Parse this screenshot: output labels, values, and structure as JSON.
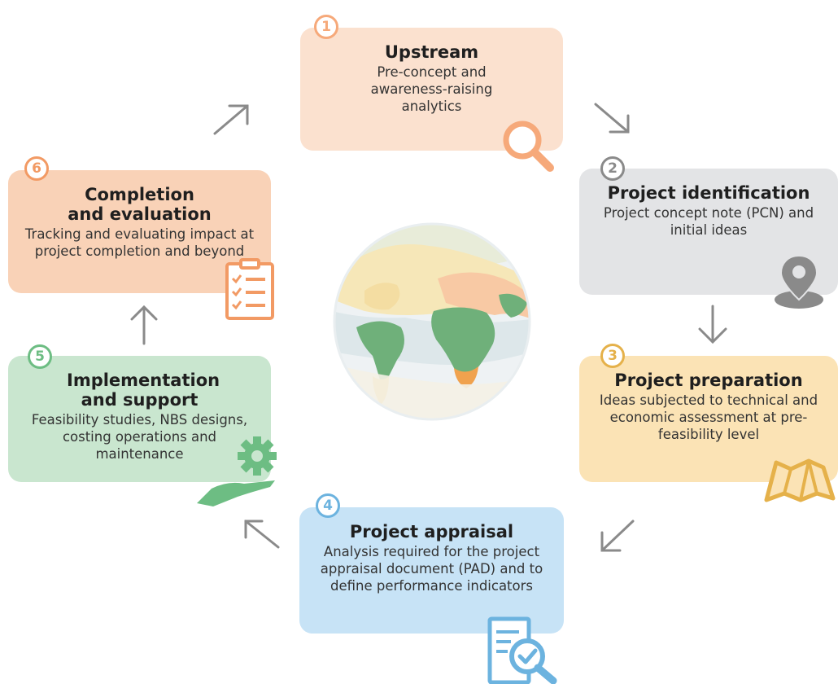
{
  "stages": [
    {
      "number": "1",
      "title": "Upstream",
      "description": "Pre-concept and awareness-raising analytics",
      "icon": "magnifier-icon",
      "color": "#fbe1cf",
      "accent": "#f6a97a"
    },
    {
      "number": "2",
      "title": "Project identification",
      "description": "Project concept note (PCN) and initial ideas",
      "icon": "location-pin-icon",
      "color": "#e3e4e6",
      "accent": "#8a8a8a"
    },
    {
      "number": "3",
      "title": "Project preparation",
      "description": "Ideas subjected to technical and economic assessment at pre-feasibility level",
      "icon": "map-icon",
      "color": "#fbe3b5",
      "accent": "#e5b14a"
    },
    {
      "number": "4",
      "title": "Project appraisal",
      "description": "Analysis required for the project appraisal document (PAD) and to define performance indicators",
      "icon": "document-check-icon",
      "color": "#c7e3f6",
      "accent": "#6cb3df"
    },
    {
      "number": "5",
      "title": "Implementation and support",
      "description": "Feasibility studies, NBS designs, costing operations and maintenance",
      "icon": "hand-gear-icon",
      "color": "#c9e6cf",
      "accent": "#6dbd83"
    },
    {
      "number": "6",
      "title": "Completion and evaluation",
      "description": "Tracking and evaluating impact at project completion and beyond",
      "icon": "clipboard-icon",
      "color": "#f9d2b7",
      "accent": "#f29a64"
    }
  ]
}
